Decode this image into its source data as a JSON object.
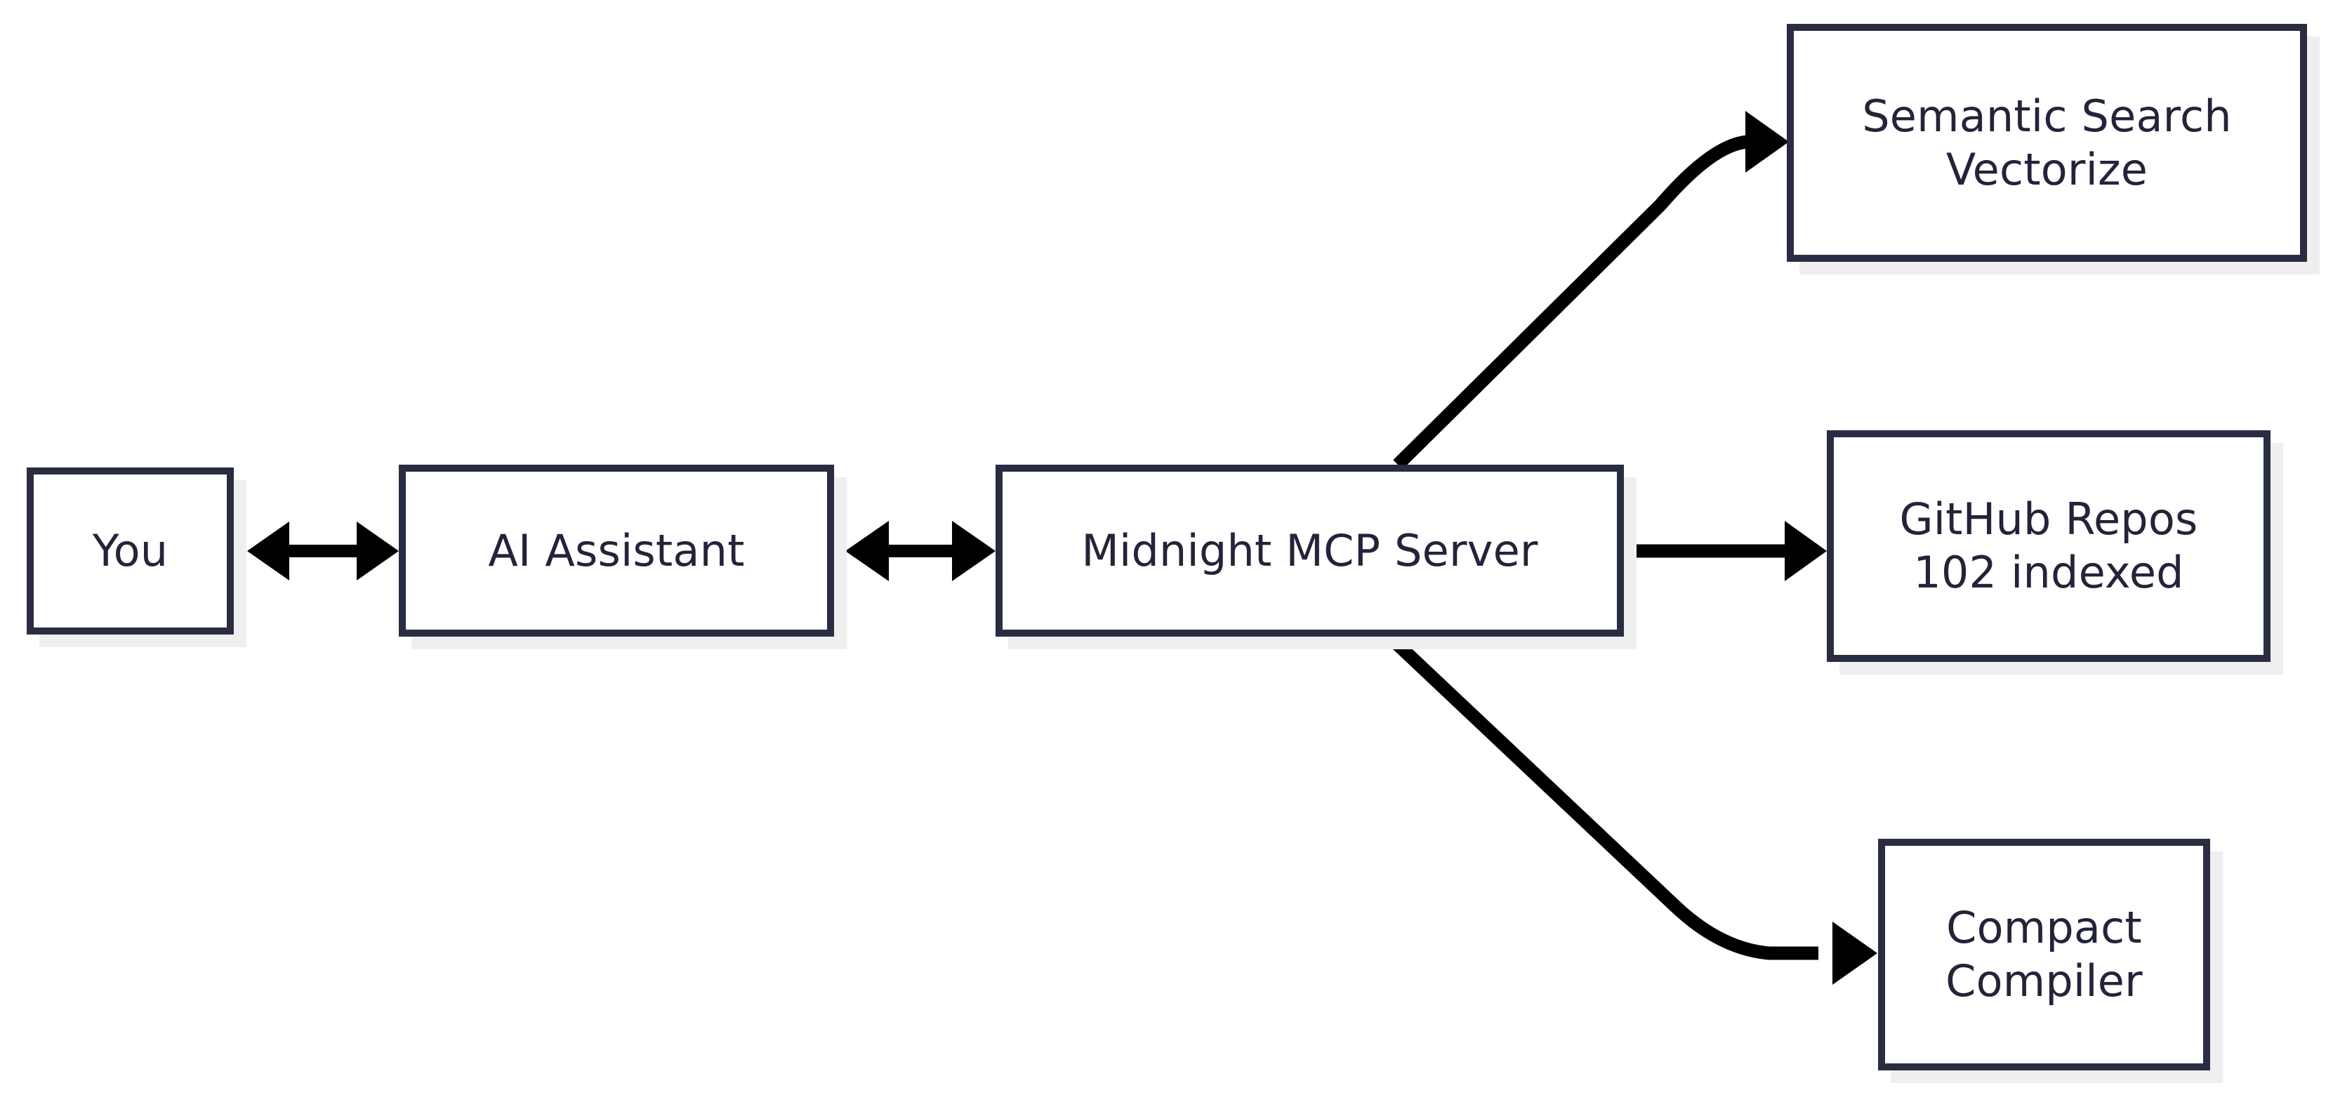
{
  "diagram": {
    "type": "flowchart",
    "orientation": "left-to-right",
    "background_color": "#ffffff",
    "node_border_color": "#2a2c42",
    "node_fill_color": "#ffffff",
    "node_text_color": "#23243a",
    "edge_color": "#000000",
    "shadow_color": "#efefef",
    "nodes": [
      {
        "id": "you",
        "label_line1": "You",
        "label_line2": ""
      },
      {
        "id": "assistant",
        "label_line1": "AI Assistant",
        "label_line2": ""
      },
      {
        "id": "mcp",
        "label_line1": "Midnight MCP Server",
        "label_line2": ""
      },
      {
        "id": "semantic",
        "label_line1": "Semantic Search",
        "label_line2": "Vectorize"
      },
      {
        "id": "github",
        "label_line1": "GitHub Repos",
        "label_line2": "102 indexed"
      },
      {
        "id": "compact",
        "label_line1": "Compact",
        "label_line2": "Compiler"
      }
    ],
    "edges": [
      {
        "from": "you",
        "to": "assistant",
        "style": "bidirectional-straight",
        "label": ""
      },
      {
        "from": "assistant",
        "to": "mcp",
        "style": "bidirectional-straight",
        "label": ""
      },
      {
        "from": "mcp",
        "to": "semantic",
        "style": "curved-arrow-up",
        "label": ""
      },
      {
        "from": "mcp",
        "to": "github",
        "style": "straight-arrow",
        "label": ""
      },
      {
        "from": "mcp",
        "to": "compact",
        "style": "curved-arrow-down",
        "label": ""
      }
    ]
  }
}
